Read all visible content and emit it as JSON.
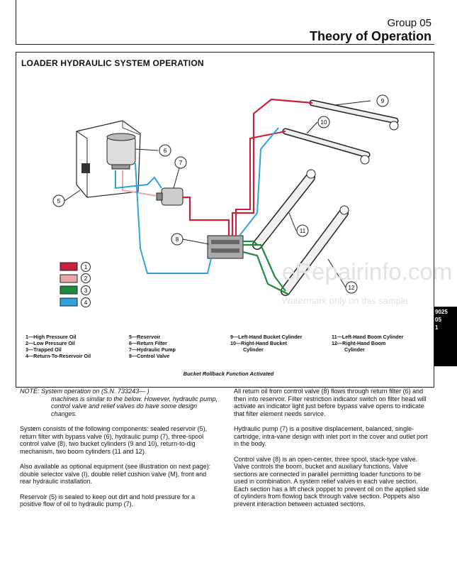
{
  "header": {
    "group": "Group 05",
    "title": "Theory of Operation"
  },
  "section_title": "LOADER HYDRAULIC SYSTEM OPERATION",
  "callouts": [
    "1",
    "2",
    "3",
    "4",
    "5",
    "6",
    "7",
    "8",
    "9",
    "10",
    "11",
    "12"
  ],
  "legend_key": [
    {
      "num": "1",
      "color": "#c8203a"
    },
    {
      "num": "2",
      "color": "#e9a7a7"
    },
    {
      "num": "3",
      "color": "#1e8a3e"
    },
    {
      "num": "4",
      "color": "#2fa4dc"
    }
  ],
  "legend": {
    "col1": [
      "1—High Pressure Oil",
      "2—Low Pressure Oil",
      "3—Trapped Oil",
      "4—Return-To-Reservoir Oil"
    ],
    "col2": [
      "5—Reservoir",
      "6—Return Filter",
      "7—Hydraulic Pump",
      "8—Control Valve"
    ],
    "col3": [
      "9—Left-Hand Bucket Cylinder",
      "10—Right-Hand Bucket",
      "Cylinder"
    ],
    "col4": [
      "11—Left-Hand Boom Cylinder",
      "12—Right-Hand Boom",
      "Cylinder"
    ]
  },
  "caption": "Bucket Rollback Function Activated",
  "watermark": {
    "main": "eRepairinfo.com",
    "sub": "Watermark only on this sample"
  },
  "tab": [
    "9025",
    "05",
    "1"
  ],
  "left_column": {
    "note_lead": "NOTE: System operation on (S.N. 733243—     )",
    "note_rest": "machines is similar to the below. However, hydraulic pump, control valve and relief valves do have some design changes.",
    "p1": "System consists of the following components: sealed reservoir (5), return filter with bypass valve (6), hydraulic pump (7), three-spool control valve (8), two bucket cylinders (9 and 10), return-to-dig mechanism, two boom cylinders (11 and 12).",
    "p2": "Also available as optional equipment (see illustration on next page): double selector valve (I), double relief cushion valve (M), front and rear hydraulic installation.",
    "p3": "Reservoir (5) is sealed to keep out dirt and hold pressure for a positive flow of oil to hydraulic pump (7)."
  },
  "right_column": {
    "p1": "All return oil from control valve (8) flows through return filter (6) and then into reservoir. Filter restriction indicator switch on filter head will activate an indicator light just before bypass valve opens to indicate that filter element needs service.",
    "p2": "Hydraulic pump (7) is a positive displacement, balanced, single-cartridge, intra-vane design with inlet port in the cover and outlet port in the body.",
    "p3": "Control valve (8) is an open-center, three spool, stack-type valve. Valve controls the boom, bucket and auxiliary functions. Valve sections are connected in parallel permitting loader functions to be used in combination. A system relief valves in each valve section. Each section has a lift check poppet to prevent oil on the applied side of cylinders from flowing back through valve section. Poppets also prevent interaction between actuated sections."
  }
}
